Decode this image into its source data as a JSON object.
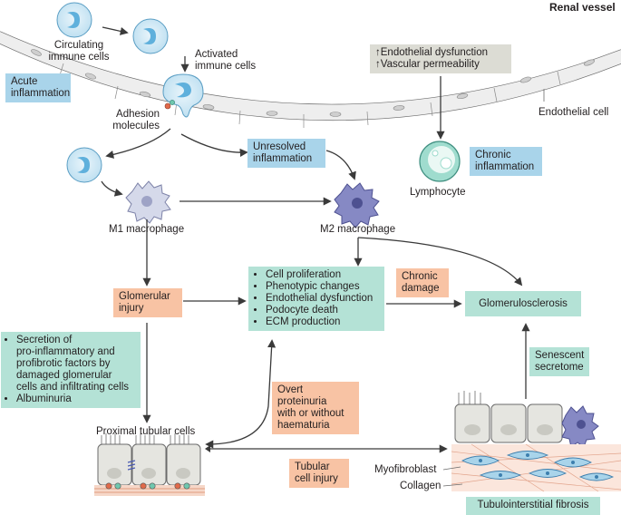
{
  "header": {
    "renal_vessel": "Renal vessel"
  },
  "labels": {
    "circulating_immune_cells": [
      "Circulating",
      "immune cells"
    ],
    "activated_immune_cells": [
      "Activated",
      "immune cells"
    ],
    "adhesion_molecules": [
      "Adhesion",
      "molecules"
    ],
    "endothelial_cell": "Endothelial cell",
    "lymphocyte": "Lymphocyte",
    "m1_macrophage": "M1 macrophage",
    "m2_macrophage": "M2 macrophage",
    "proximal_tubular_cells": "Proximal tubular cells",
    "myofibroblast": "Myofibroblast",
    "collagen": "Collagen"
  },
  "boxes": {
    "acute_inflammation": [
      "Acute",
      "inflammation"
    ],
    "endothelial_changes": [
      "↑Endothelial dysfunction",
      "↑Vascular permeability"
    ],
    "unresolved_inflammation": [
      "Unresolved",
      "inflammation"
    ],
    "chronic_inflammation": [
      "Chronic",
      "inflammation"
    ],
    "glomerular_injury": [
      "Glomerular",
      "injury"
    ],
    "cell_changes": [
      "Cell proliferation",
      "Phenotypic changes",
      "Endothelial dysfunction",
      "Podocyte death",
      "ECM production"
    ],
    "chronic_damage": [
      "Chronic",
      "damage"
    ],
    "glomerulosclerosis": "Glomerulosclerosis",
    "secretion_factors": [
      "Secretion of",
      "pro-inflammatory and",
      "profibrotic factors by",
      "damaged glomerular",
      "cells and infiltrating cells",
      "Albuminuria"
    ],
    "overt_proteinuria": [
      "Overt proteinuria",
      "with or without",
      "haematuria"
    ],
    "senescent_secretome": [
      "Senescent",
      "secretome"
    ],
    "tubular_cell_injury": [
      "Tubular",
      "cell injury"
    ],
    "tubulointerstitial_fibrosis": "Tubulointerstitial fibrosis"
  },
  "colors": {
    "blue_box": "#a9d4ea",
    "orange_box": "#f8c3a4",
    "green_box": "#b4e2d6",
    "grey_box": "#dcdcd4",
    "cell_blue": "#5fb0dc",
    "macrophage_m1": "#d5d9ea",
    "macrophage_m2": "#8689c4",
    "lymphocyte": "#9fdcce"
  }
}
